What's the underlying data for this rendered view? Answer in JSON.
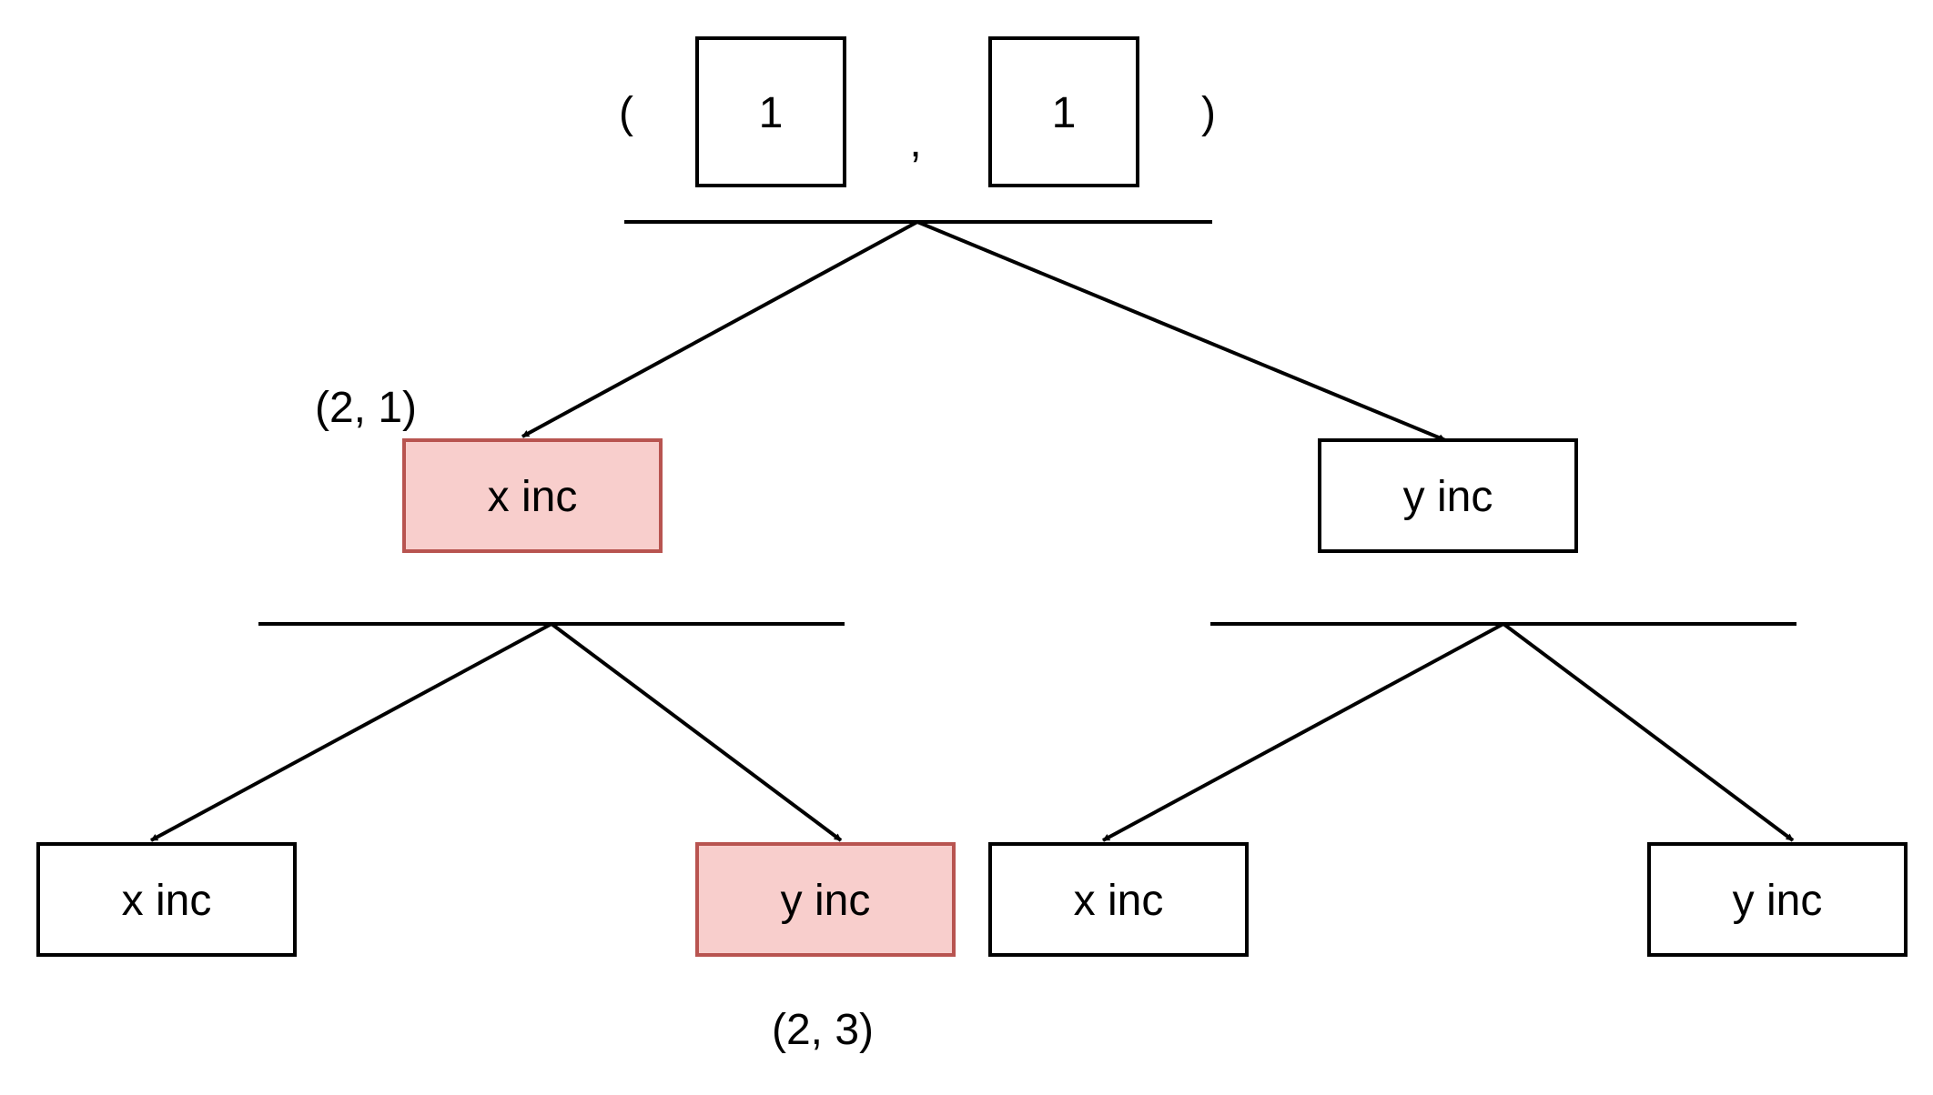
{
  "root": {
    "open_paren": "(",
    "first_value": "1",
    "separator": ",",
    "second_value": "1",
    "close_paren": ")"
  },
  "level1": {
    "left": {
      "label": "x inc",
      "highlighted": true,
      "annotation": "(2, 1)"
    },
    "right": {
      "label": "y inc",
      "highlighted": false
    }
  },
  "level2": {
    "left_left": {
      "label": "x inc",
      "highlighted": false
    },
    "left_right": {
      "label": "y inc",
      "highlighted": true,
      "annotation": "(2, 3)"
    },
    "right_left": {
      "label": "x inc",
      "highlighted": false
    },
    "right_right": {
      "label": "y inc",
      "highlighted": false
    }
  },
  "colors": {
    "highlight_fill": "#f8cecc",
    "highlight_stroke": "#b85450",
    "line": "#000000"
  }
}
